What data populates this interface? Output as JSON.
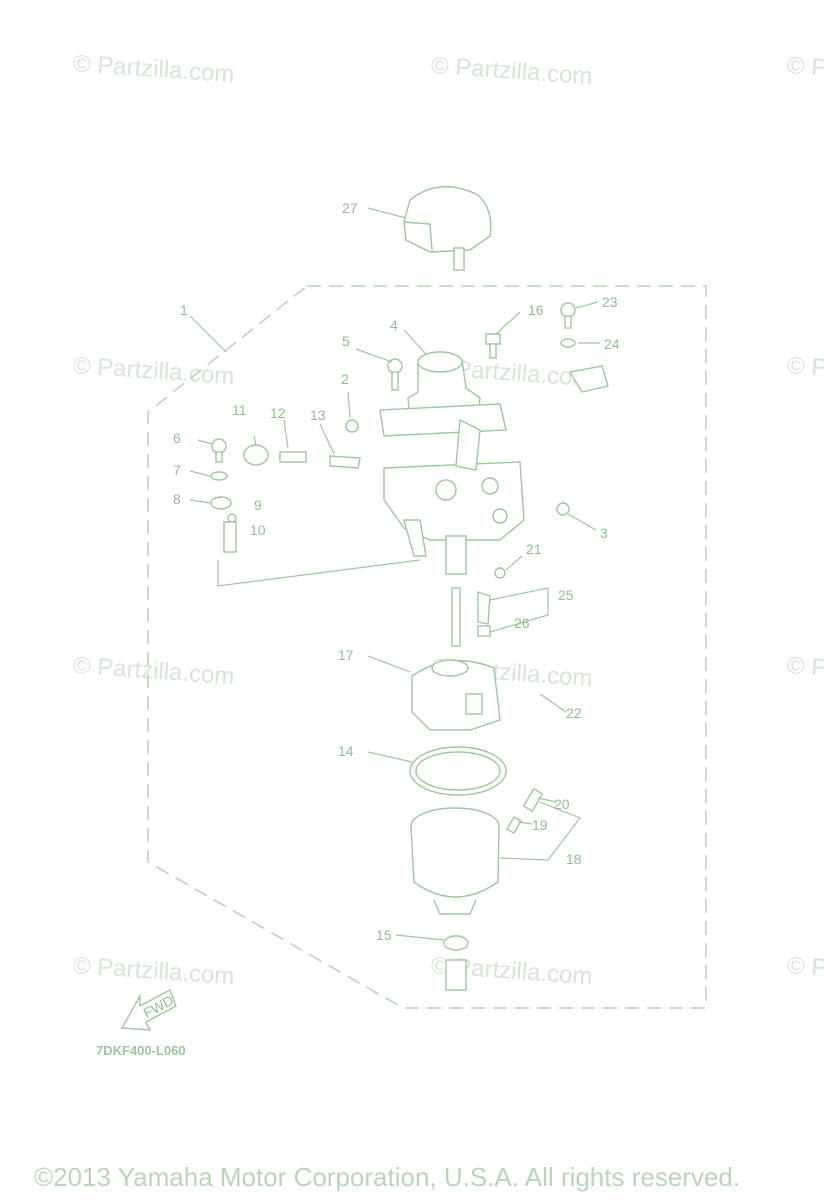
{
  "watermark": {
    "text": "© Partzilla.com"
  },
  "diagram_code": "7DKF400-L060",
  "copyright": "©2013 Yamaha Motor Corporation, U.S.A. All rights reserved.",
  "fwd_label": "FWD",
  "callouts": {
    "c1": "1",
    "c2": "2",
    "c3": "3",
    "c4": "4",
    "c5": "5",
    "c6": "6",
    "c7": "7",
    "c8": "8",
    "c9": "9",
    "c10": "10",
    "c11": "11",
    "c12": "12",
    "c13": "13",
    "c14": "14",
    "c15": "15",
    "c16": "16",
    "c17": "17",
    "c18": "18",
    "c19": "19",
    "c20": "20",
    "c21": "21",
    "c22": "22",
    "c23": "23",
    "c24": "24",
    "c25": "25",
    "c26": "26",
    "c27": "27"
  }
}
